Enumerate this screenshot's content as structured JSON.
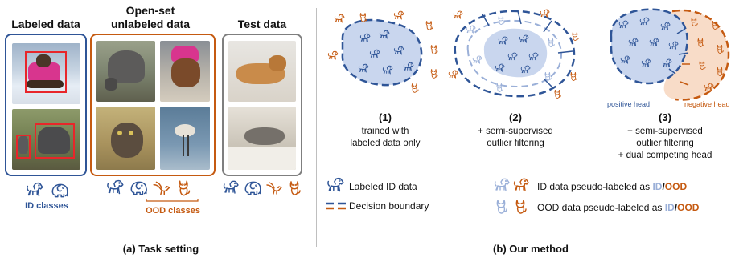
{
  "left": {
    "labeled_title": "Labeled data",
    "openset_title_1": "Open-set",
    "openset_title_2": "unlabeled data",
    "test_title": "Test data",
    "id_classes": "ID classes",
    "ood_classes": "OOD classes",
    "caption": "(a) Task setting"
  },
  "right": {
    "steps": [
      {
        "num": "(1)",
        "line1": "trained with",
        "line2": "labeled data only",
        "line3": ""
      },
      {
        "num": "(2)",
        "line1": "+ semi-supervised",
        "line2": "outlier filtering",
        "line3": ""
      },
      {
        "num": "(3)",
        "line1": "+ semi-supervised",
        "line2": "outlier filtering",
        "line3": "+ dual competing head"
      }
    ],
    "positive_head": "positive head",
    "negative_head": "negative head",
    "legend": {
      "labeled_id": "Labeled ID data",
      "decision_boundary": "Decision boundary",
      "id_pseudo_prefix": "ID data pseudo-labeled as ",
      "ood_pseudo_prefix": "OOD data pseudo-labeled as ",
      "id_word": "ID",
      "slash": "/",
      "ood_word": "OOD"
    },
    "caption": "(b) Our method"
  },
  "colors": {
    "blue": "#2f5597",
    "orange": "#c55a11",
    "light_blue_fill": "#c9d6ee",
    "light_orange_fill": "#f8dcc8",
    "gray_box": "#7f7f7f",
    "faded_blue": "#9bb0d8",
    "red_bbox": "#e8262a"
  },
  "icons": [
    "dog-icon",
    "elephant-icon",
    "bird-icon",
    "cat-icon"
  ]
}
